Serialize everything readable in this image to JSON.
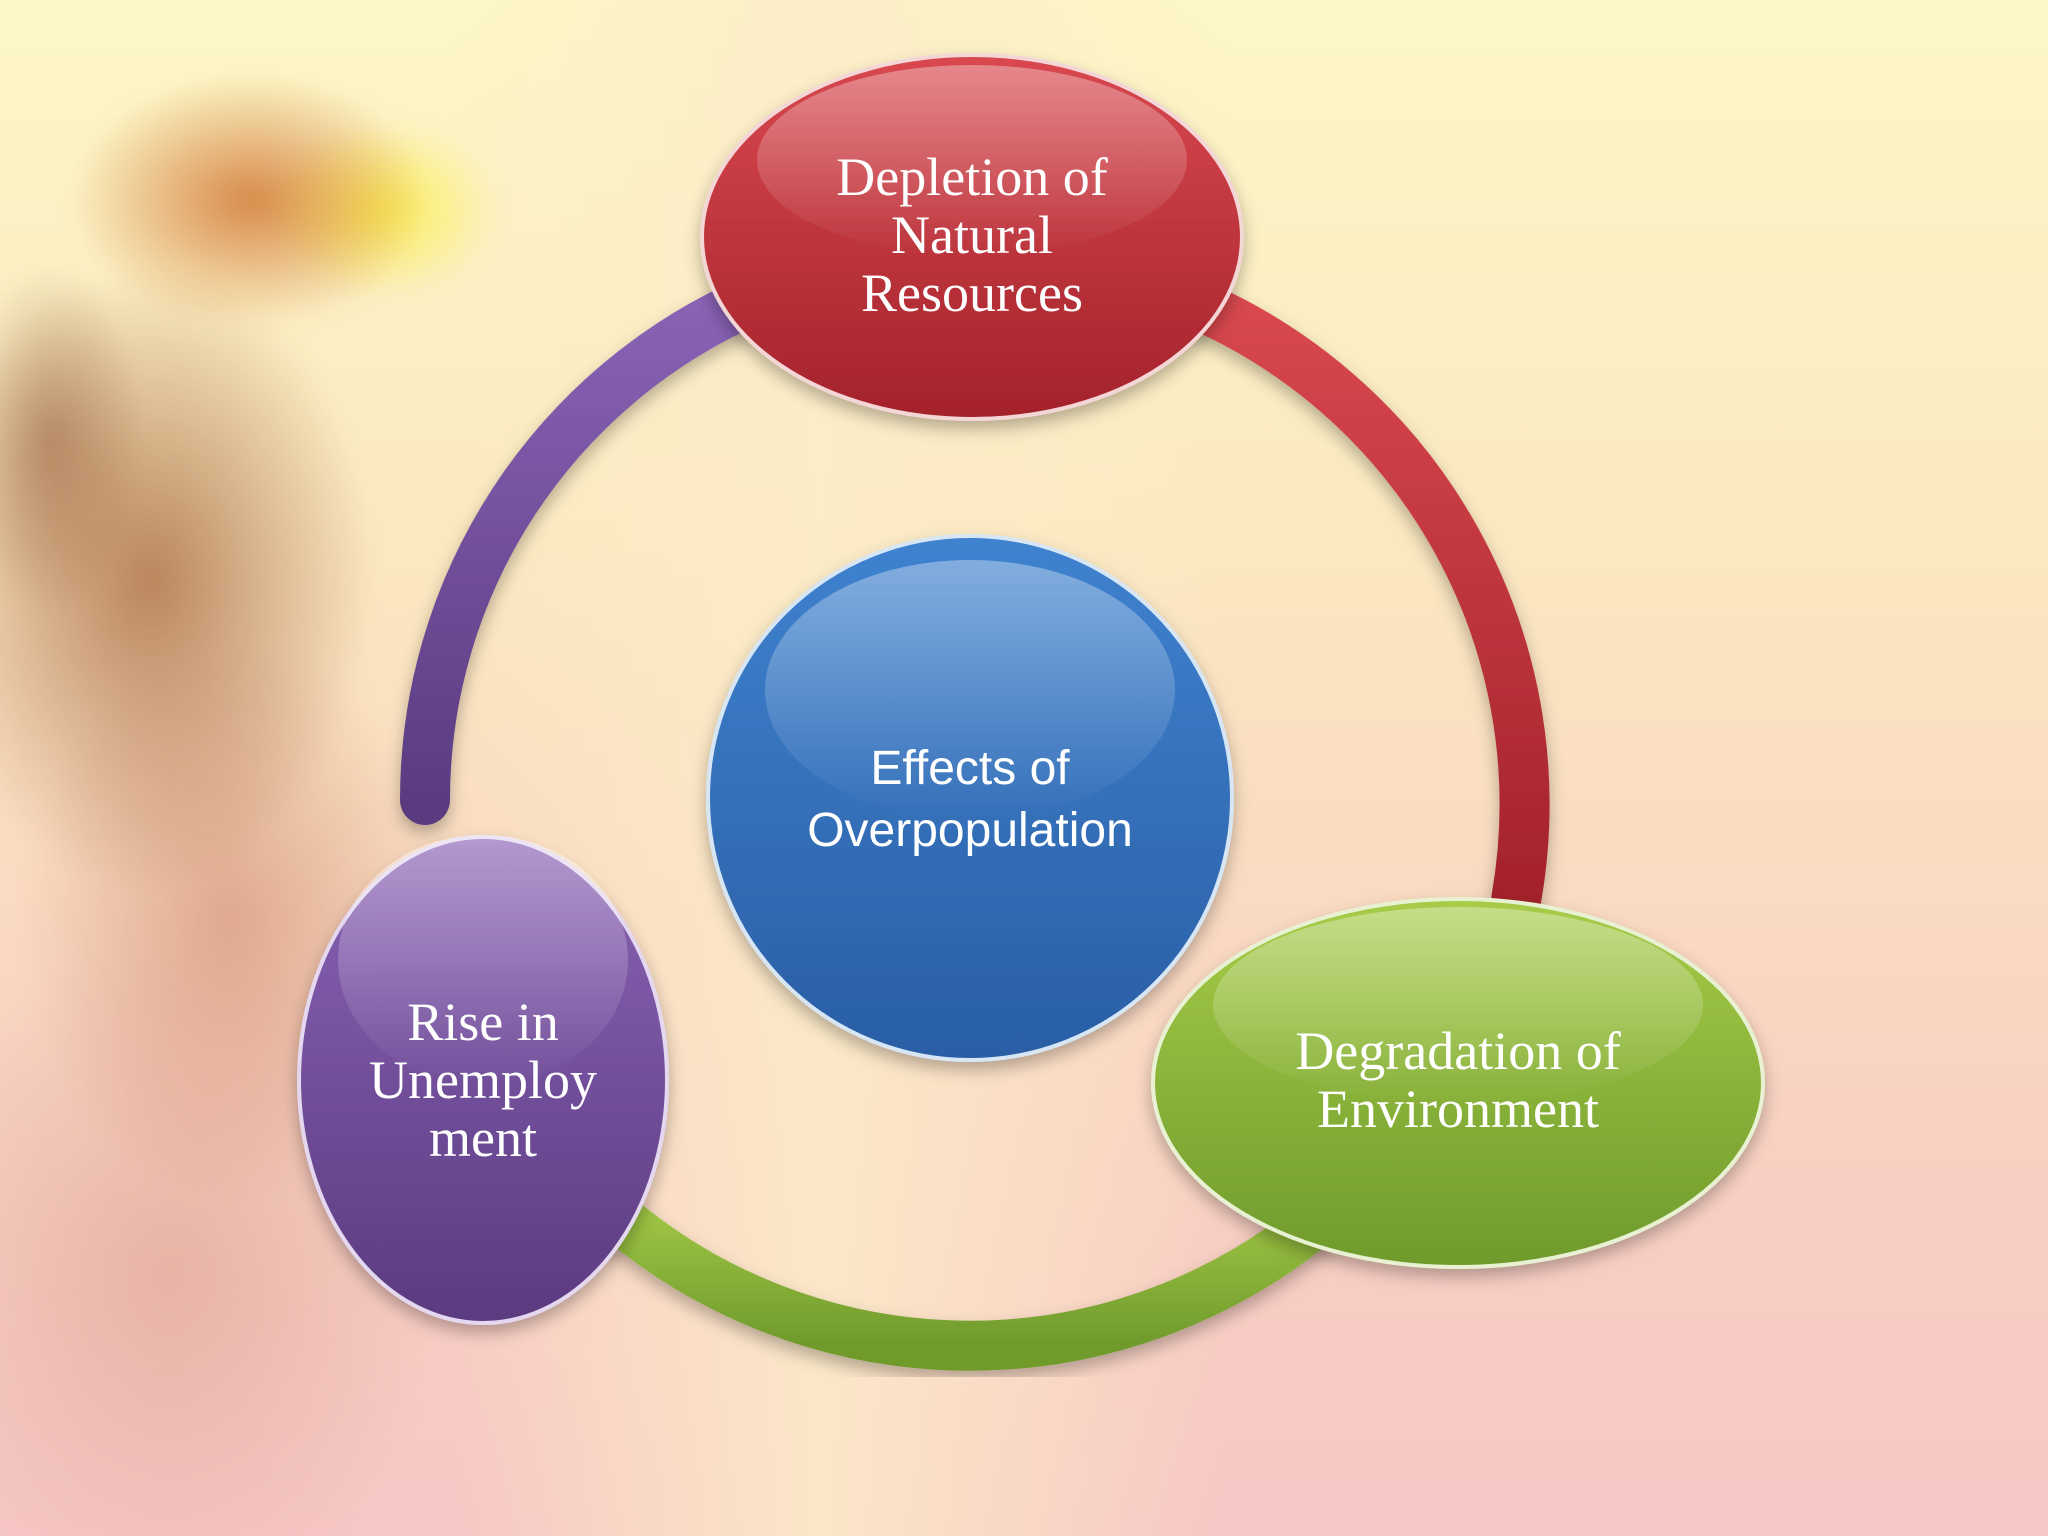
{
  "diagram": {
    "center": {
      "text": "Effects of\nOverpopulation"
    },
    "nodes": [
      {
        "id": "top",
        "text": "Depletion of\nNatural\nResources"
      },
      {
        "id": "right",
        "text": "Degradation of\nEnvironment"
      },
      {
        "id": "left",
        "text": "Rise in\nUnemploy\nment"
      }
    ]
  },
  "colors": {
    "red": "#c0323b",
    "green": "#8fb33a",
    "purple": "#6f4d9a",
    "blue": "#3572bd",
    "background_top": "#fdf7c6",
    "background_bottom": "#f7c7c5"
  }
}
